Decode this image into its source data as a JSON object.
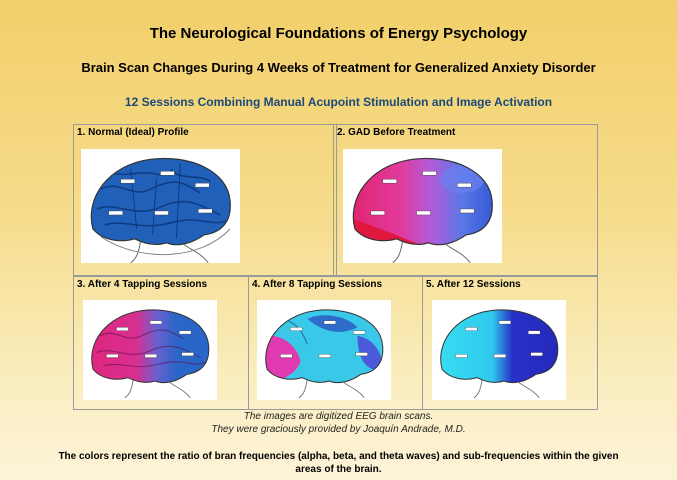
{
  "title": "The Neurological Foundations of Energy Psychology",
  "subtitle": "Brain Scan Changes During 4 Weeks of Treatment for Generalized Anxiety Disorder",
  "sessions_line": "12 Sessions Combining Manual Acupoint Stimulation and Image Activation",
  "panels": [
    {
      "label": "1. Normal (Ideal) Profile"
    },
    {
      "label": "2. GAD Before Treatment"
    },
    {
      "label": "3. After 4 Tapping Sessions"
    },
    {
      "label": "4. After 8 Tapping Sessions"
    },
    {
      "label": "5. After 12 Sessions"
    }
  ],
  "caption": {
    "line1": "The images are digitized EEG brain scans.",
    "line2": "They were graciously provided by Joaquín Andrade, M.D."
  },
  "note": {
    "line1": "The colors represent the ratio of bran frequencies (alpha, beta, and theta waves) and sub-frequencies within the given",
    "line2": "areas of the brain."
  }
}
